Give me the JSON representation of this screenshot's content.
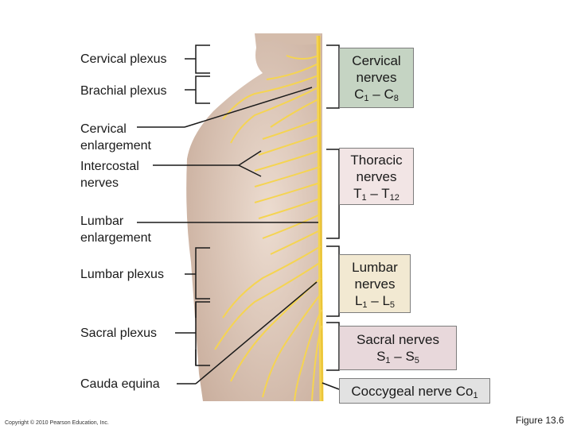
{
  "labels": {
    "cervical_plexus": "Cervical plexus",
    "brachial_plexus": "Brachial plexus",
    "cervical_enlargement_1": "Cervical",
    "cervical_enlargement_2": "enlargement",
    "intercostal_1": "Intercostal",
    "intercostal_2": "nerves",
    "lumbar_enlargement_1": "Lumbar",
    "lumbar_enlargement_2": "enlargement",
    "lumbar_plexus": "Lumbar plexus",
    "sacral_plexus": "Sacral plexus",
    "cauda_equina": "Cauda equina"
  },
  "boxes": {
    "cervical": {
      "line1": "Cervical",
      "line2": "nerves",
      "from": "C",
      "from_sub": "1",
      "dash": " – ",
      "to": "C",
      "to_sub": "8",
      "color": "#c5d4c3"
    },
    "thoracic": {
      "line1": "Thoracic",
      "line2": "nerves",
      "from": "T",
      "from_sub": "1",
      "dash": " – ",
      "to": "T",
      "to_sub": "12",
      "color": "#f2e5e5"
    },
    "lumbar": {
      "line1": "Lumbar",
      "line2": "nerves",
      "from": "L",
      "from_sub": "1",
      "dash": " – ",
      "to": "L",
      "to_sub": "5",
      "color": "#f2e9d2"
    },
    "sacral": {
      "line1": "Sacral nerves",
      "from": "S",
      "from_sub": "1",
      "dash": " – ",
      "to": "S",
      "to_sub": "5",
      "color": "#e8d8db"
    },
    "coccygeal": {
      "line1": "Coccygeal nerve Co",
      "from_sub": "1",
      "color": "#e2e2e2"
    }
  },
  "footer": {
    "copyright": "Copyright © 2010 Pearson Education, Inc.",
    "figure": "Figure 13.6"
  },
  "colors": {
    "skin_light": "#e6d6ca",
    "skin_dark": "#c9b0a0",
    "nerve": "#f5d451",
    "line": "#1a1a1a"
  }
}
